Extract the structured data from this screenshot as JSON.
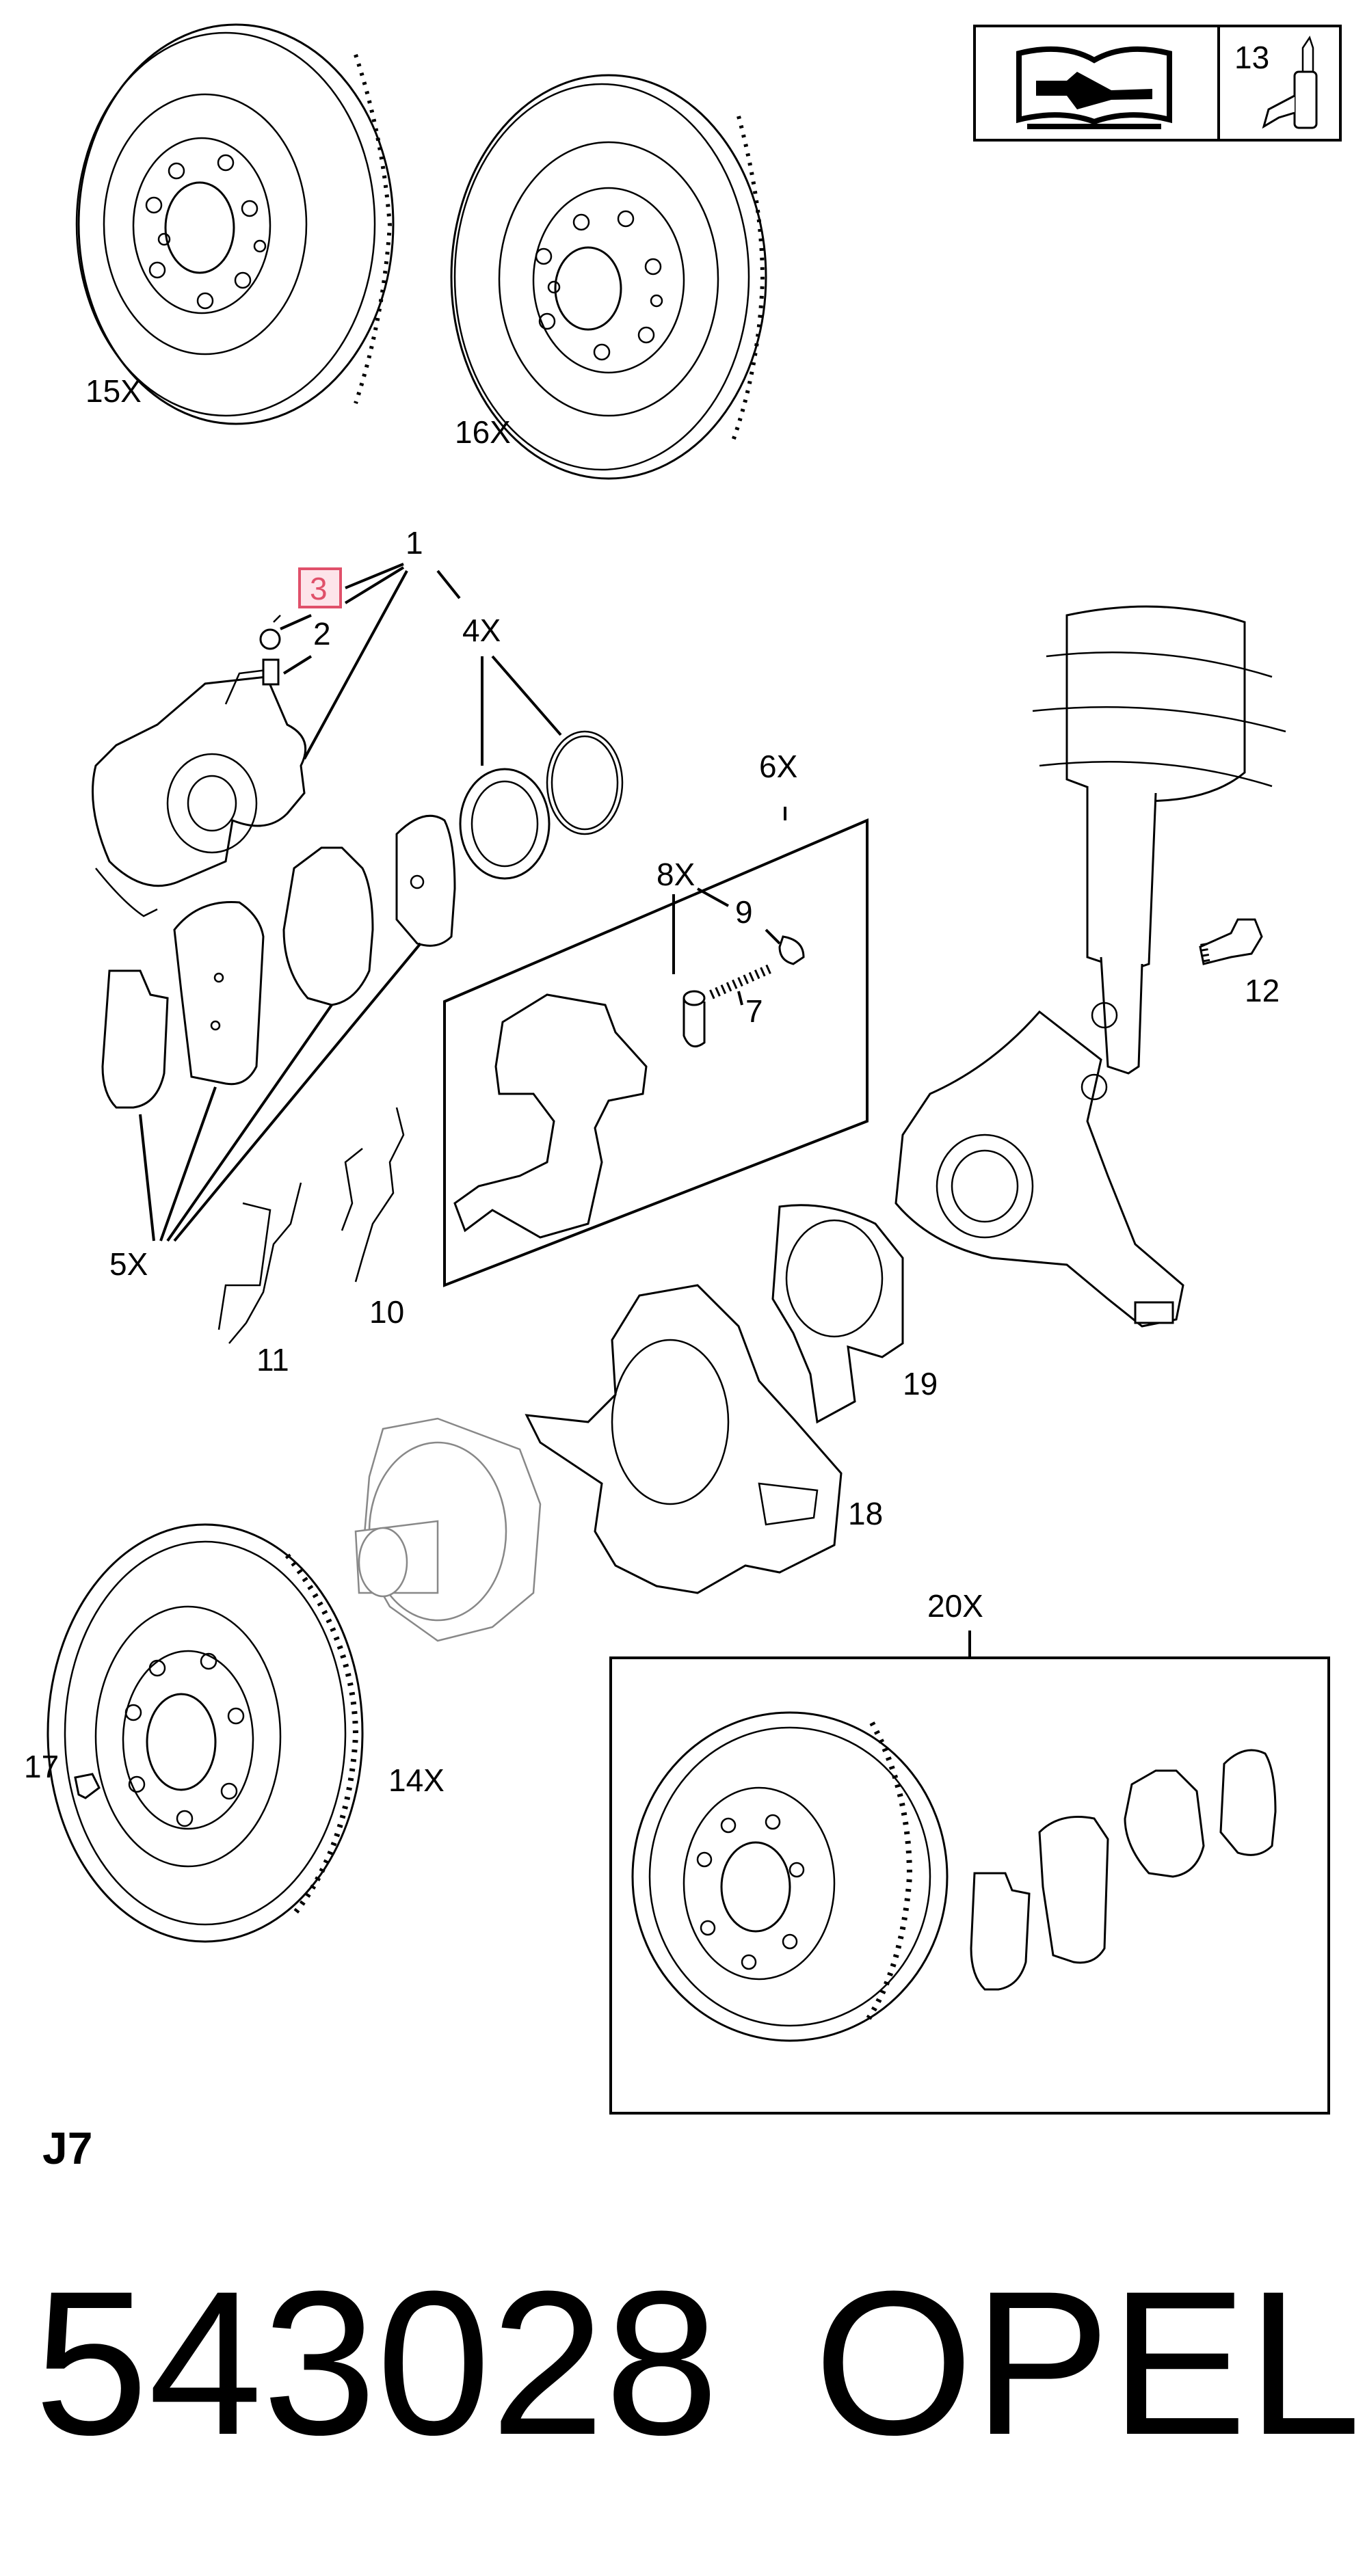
{
  "header": {
    "tool_icon": "manual-wrench-icon",
    "tool_number": "13",
    "tool_item_icon": "grease-tube-icon"
  },
  "callouts": {
    "c1": "1",
    "c2": "2",
    "c3": "3",
    "c4": "4X",
    "c5": "5X",
    "c6": "6X",
    "c7": "7",
    "c8": "8X",
    "c9": "9",
    "c10": "10",
    "c11": "11",
    "c12": "12",
    "c14": "14X",
    "c15": "15X",
    "c16": "16X",
    "c17": "17",
    "c18": "18",
    "c19": "19",
    "c20": "20X"
  },
  "section_code": "J7",
  "part_number": "543028",
  "brand": "OPEL",
  "colors": {
    "line": "#000000",
    "highlight": "#e0506a",
    "highlight_fill": "#fde4ea",
    "hub_grey": "#888888"
  }
}
